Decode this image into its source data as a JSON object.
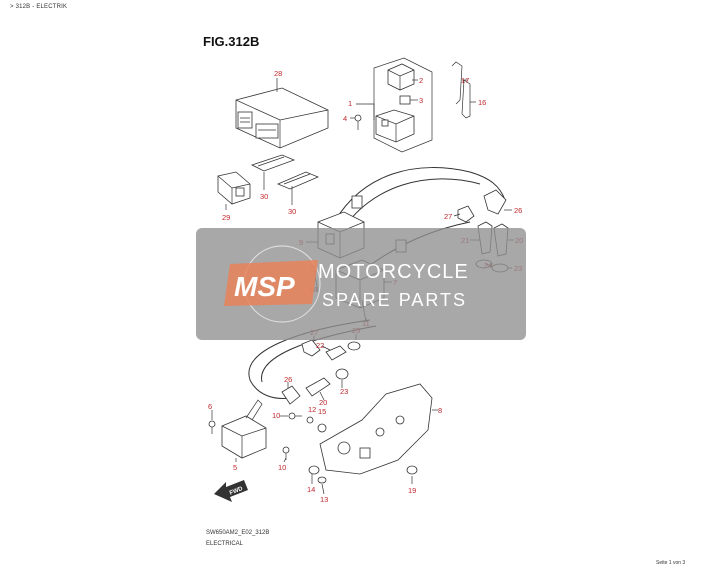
{
  "header": {
    "breadcrumb": "> 312B - ELECTRIK",
    "figure_title": "FIG.312B"
  },
  "footer": {
    "code": "SW650AM2_E02_312B",
    "description": "ELECTRICAL",
    "page_label": "Seite 1 von 3"
  },
  "watermark": {
    "logo": "MSP",
    "line1": "MOTORCYCLE",
    "line2": "SPARE PARTS"
  },
  "direction_label": "FWD",
  "callouts": [
    "28",
    "2",
    "1",
    "3",
    "4",
    "17",
    "16",
    "29",
    "30",
    "30",
    "27",
    "26",
    "9",
    "21",
    "20",
    "24",
    "23",
    "18",
    "7",
    "11",
    "27",
    "25",
    "22",
    "26",
    "23",
    "20",
    "12",
    "15",
    "8",
    "6",
    "10",
    "10",
    "5",
    "14",
    "13",
    "19"
  ],
  "colors": {
    "accent": "#c0282d",
    "watermark_band": "#8f8f8f",
    "watermark_logo": "#e8825a"
  }
}
